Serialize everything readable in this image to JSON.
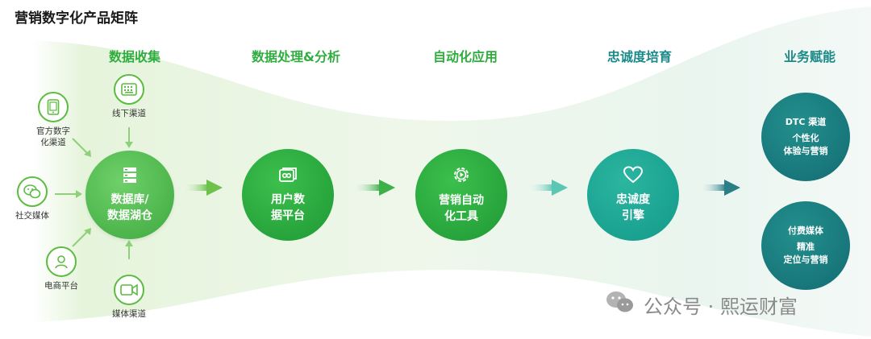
{
  "title": "营销数字化产品矩阵",
  "stages": [
    "数据收集",
    "数据处理&分析",
    "自动化应用",
    "忠诚度培育",
    "业务赋能"
  ],
  "sources": [
    {
      "label": "线下渠道",
      "icon": "keyboard-icon"
    },
    {
      "label": "官方数字\n化渠道",
      "icon": "tablet-icon"
    },
    {
      "label": "社交媒体",
      "icon": "wechat-icon"
    },
    {
      "label": "电商平台",
      "icon": "user-icon"
    },
    {
      "label": "媒体渠道",
      "icon": "video-camera-icon"
    }
  ],
  "nodes": [
    {
      "label": "数据库/\n数据湖仓",
      "icon": "database-icon"
    },
    {
      "label": "用户数\n据平台",
      "icon": "user-data-icon"
    },
    {
      "label": "营销自动\n化工具",
      "icon": "gear-play-icon"
    },
    {
      "label": "忠诚度\n引擎",
      "icon": "heart-icon"
    }
  ],
  "outcomes": [
    {
      "head": "DTC 渠道",
      "body": "个性化\n体验与营销"
    },
    {
      "head": "付费媒体",
      "body": "精准\n定位与营销"
    }
  ],
  "watermark": "公众号 · 熙运财富",
  "colors": {
    "green": "#2fae3f",
    "teal": "#1b8a89",
    "light_green": "#5cbc3f",
    "dark_teal": "#136c72"
  }
}
